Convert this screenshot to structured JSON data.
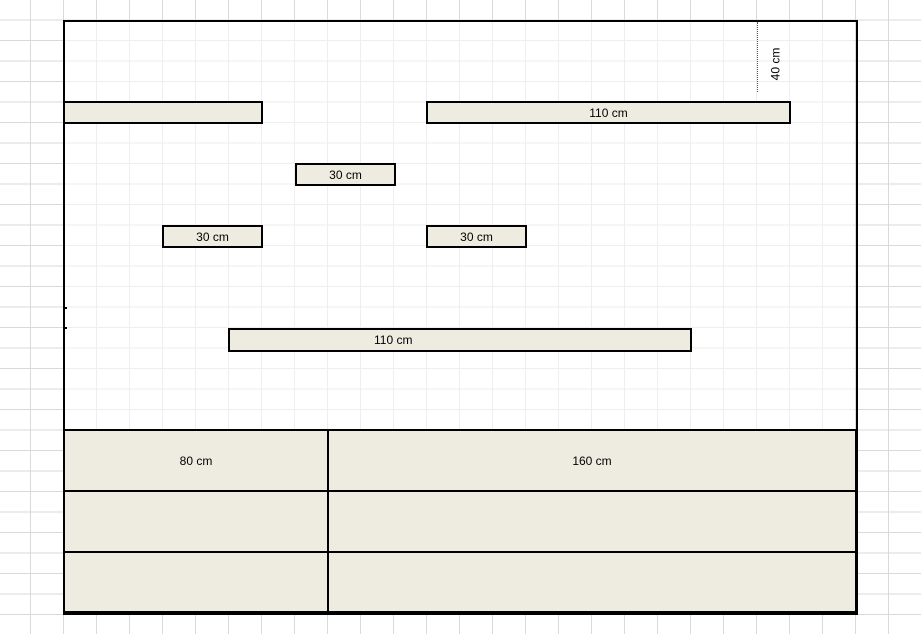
{
  "floor_plan": {
    "vertical_dimension": "40 cm",
    "bars": {
      "top_left": "",
      "top_right": "110 cm",
      "middle_center": "30 cm",
      "middle_left": "30 cm",
      "middle_right": "30 cm",
      "bottom_wide": "110 cm"
    }
  },
  "table": {
    "rows": [
      [
        "80 cm",
        "160 cm"
      ],
      [
        "",
        ""
      ],
      [
        "",
        ""
      ]
    ]
  },
  "colors": {
    "bar_fill": "#eeebe0",
    "grid_line": "#d9d9d9",
    "border": "#000000"
  }
}
